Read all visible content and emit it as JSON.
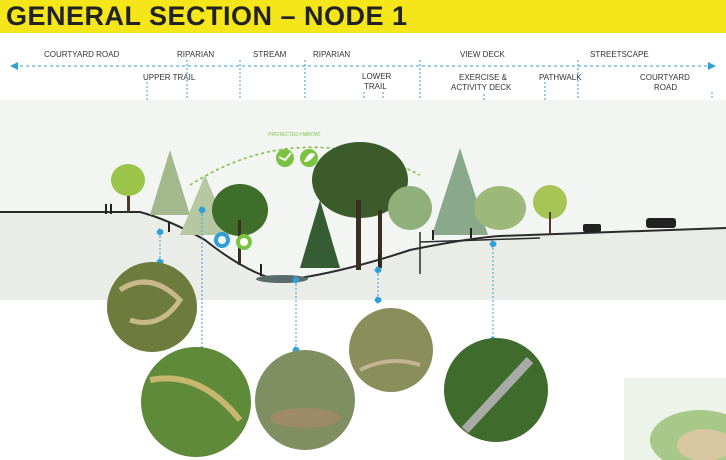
{
  "title": "GENERAL SECTION – NODE 1",
  "colors": {
    "title_band": "#f4e619",
    "marker_blue": "#2f9fd8",
    "habitat_green": "#7cc242",
    "ground": "#2b2b2b"
  },
  "labels": {
    "courtyard_road_left": "COURTYARD ROAD",
    "upper_trail": "UPPER TRAIL",
    "riparian_left": "RIPARIAN",
    "stream": "STREAM",
    "riparian_right": "RIPARIAN",
    "lower_trail_l1": "LOWER",
    "lower_trail_l2": "TRAIL",
    "view_deck": "VIEW DECK",
    "exercise_l1": "EXERCISE &",
    "exercise_l2": "ACTIVITY DECK",
    "pathwalk": "PATHWALK",
    "streetscape": "STREETSCAPE",
    "courtyard_road_right_l1": "COURTYARD",
    "courtyard_road_right_l2": "ROAD",
    "protected_habitat": "PROTECTED HABITAT"
  },
  "icons": [
    "habitat-bird-icon",
    "habitat-leaf-icon",
    "water-drop-icon",
    "plant-icon"
  ]
}
